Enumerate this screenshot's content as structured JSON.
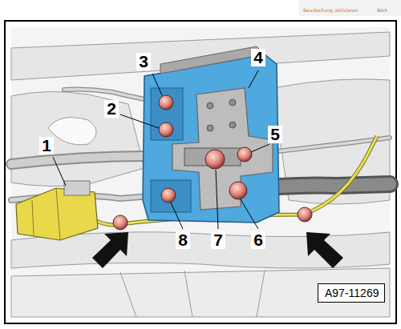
{
  "diagram": {
    "nodes": [
      {
        "text": [
          "A97-11269"
        ]
      }
    ],
    "labels": [
      "1",
      "2",
      "3",
      "4",
      "5",
      "6",
      "7",
      "8",
      "Bearbeitung aktivieren",
      "Nich"
    ]
  }
}
